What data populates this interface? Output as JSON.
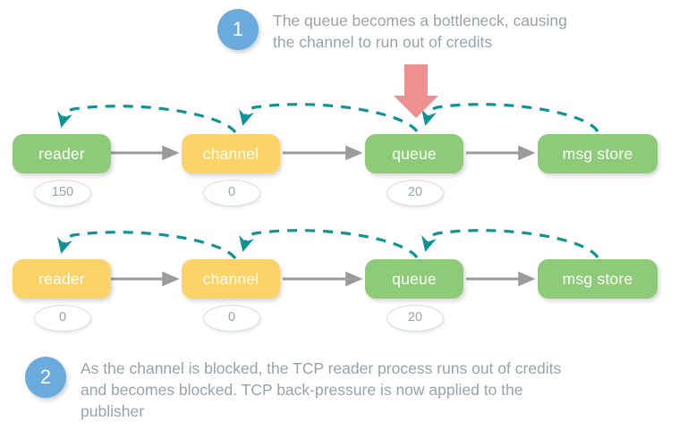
{
  "title": "RabbitMQ flow control / TCP back-pressure diagram",
  "colors": {
    "green": "#8ecb78",
    "yellow": "#fcd369",
    "teal_dashed": "#0f9399",
    "gray_arrow": "#9b9b9b",
    "red_arrow": "#ef9090",
    "badge_blue": "#6aaadd",
    "caption_text": "#9aa2ab",
    "credit_text": "#9aa2ab",
    "background": "#ffffff"
  },
  "steps": [
    {
      "number": "1",
      "text": "The queue becomes a bottleneck, causing\nthe channel to run out of credits"
    },
    {
      "number": "2",
      "text": "As the channel is blocked, the TCP reader process runs out of credits\nand becomes blocked. TCP back-pressure is now applied to the\npublisher"
    }
  ],
  "rows": [
    {
      "name": "row-one",
      "nodes": [
        {
          "label": "reader",
          "color": "green",
          "credits": "150"
        },
        {
          "label": "channel",
          "color": "yellow",
          "credits": "0"
        },
        {
          "label": "queue",
          "color": "green",
          "credits": "20"
        },
        {
          "label": "msg store",
          "color": "green",
          "credits": null
        }
      ]
    },
    {
      "name": "row-two",
      "nodes": [
        {
          "label": "reader",
          "color": "yellow",
          "credits": "0"
        },
        {
          "label": "channel",
          "color": "yellow",
          "credits": "0"
        },
        {
          "label": "queue",
          "color": "green",
          "credits": "20"
        },
        {
          "label": "msg store",
          "color": "green",
          "credits": null
        }
      ]
    }
  ],
  "annotations": {
    "red_arrow_target": "queue",
    "flow_arrow_direction": "left-to-right",
    "credit_arrow_direction": "right-to-left"
  }
}
